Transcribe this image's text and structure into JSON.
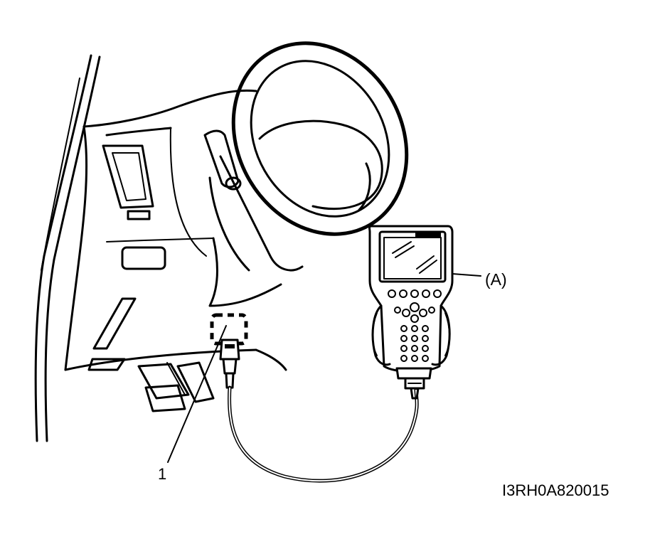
{
  "callouts": {
    "tool_label": "(A)",
    "connector_label": "1"
  },
  "figure_code": "I3RH0A820015",
  "colors": {
    "ink": "#000000",
    "paper": "#ffffff"
  }
}
